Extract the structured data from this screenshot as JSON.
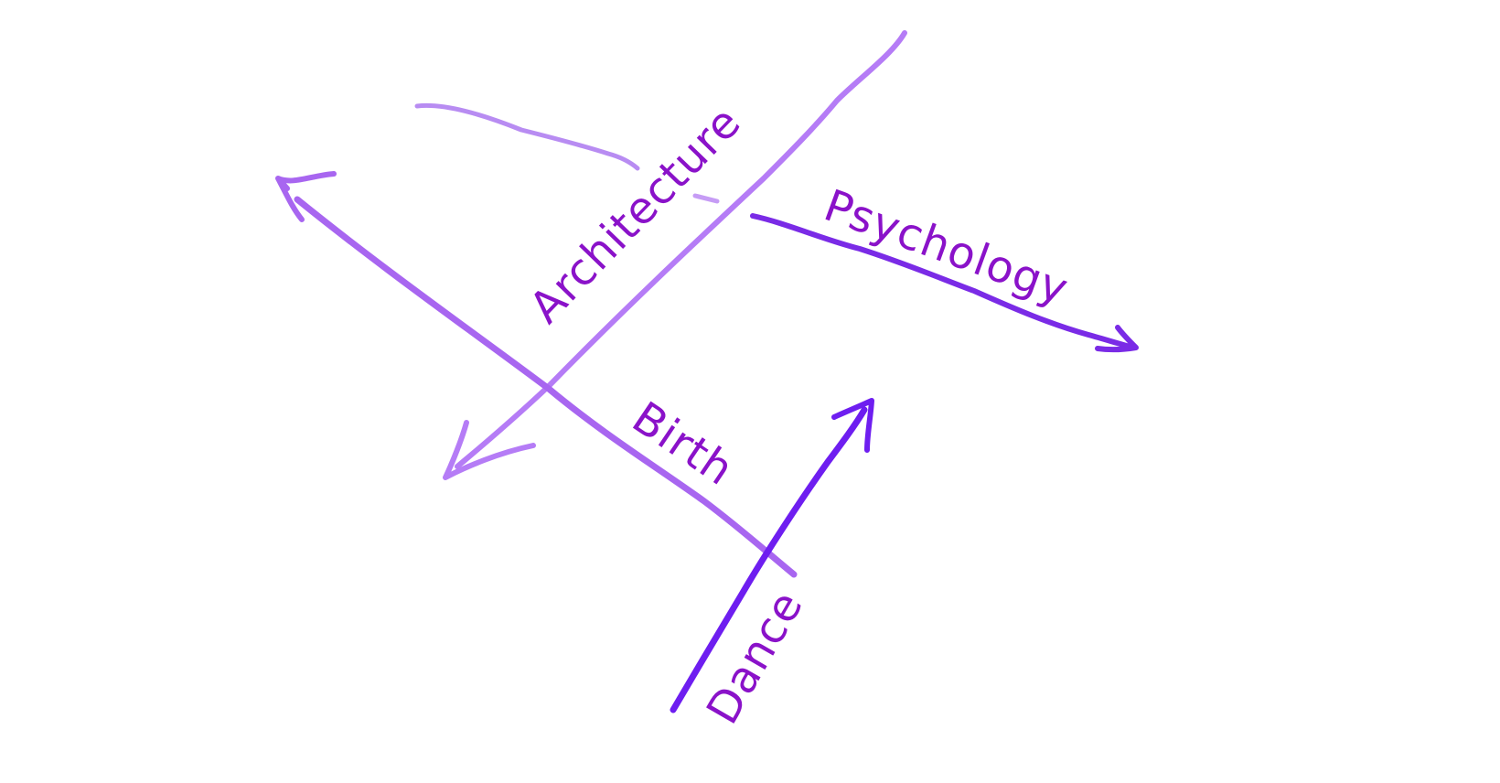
{
  "labels": {
    "architecture": "Architecture",
    "psychology": "Psychology",
    "birth": "Birth",
    "dance": "Dance"
  },
  "colors": {
    "text": "#8a12c9",
    "architecture_line": "#b57cf6",
    "birth_line": "#a866f0",
    "psychology_line": "#7a2be6",
    "dance_line": "#6e1ef0",
    "background": "#ffffff"
  }
}
